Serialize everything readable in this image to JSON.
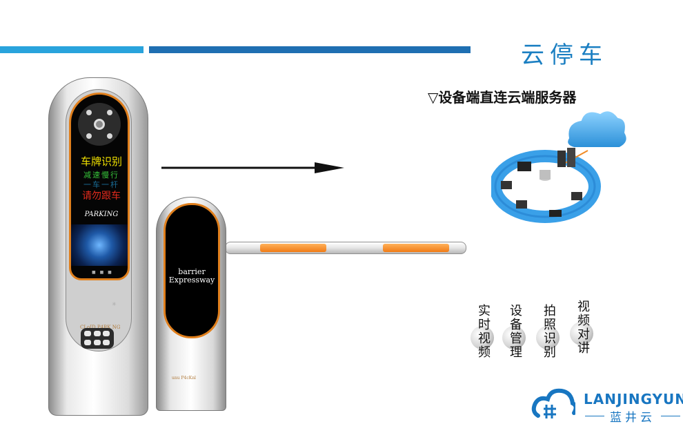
{
  "header": {
    "title": "云停车",
    "subtitle": "▽设备端直连云端服务器",
    "accent_colors": [
      "#29a3dc",
      "#1f6fb2"
    ]
  },
  "kiosk": {
    "display_lines": [
      "车牌识别",
      "减速慢行",
      "一车一杆",
      "请勿跟车"
    ],
    "screen_label": "PARKING",
    "brand": "CLoJD P4RK NG",
    "accent_color": "#e07f1c"
  },
  "gate": {
    "screen_line1": "barrier",
    "screen_line2": "Expressway",
    "brand": "unu P4cKnl"
  },
  "features": [
    {
      "label": "实时视频"
    },
    {
      "label": "设备管理"
    },
    {
      "label": "拍照识别"
    },
    {
      "label": "视频对讲"
    }
  ],
  "logo": {
    "english": "LANJINGYUN",
    "chinese": "蓝井云",
    "color": "#1876c1"
  },
  "icons": [
    "arrow-right-icon",
    "cloud-network-icon",
    "logo-icon",
    "camera-icon",
    "keypad-icon"
  ]
}
